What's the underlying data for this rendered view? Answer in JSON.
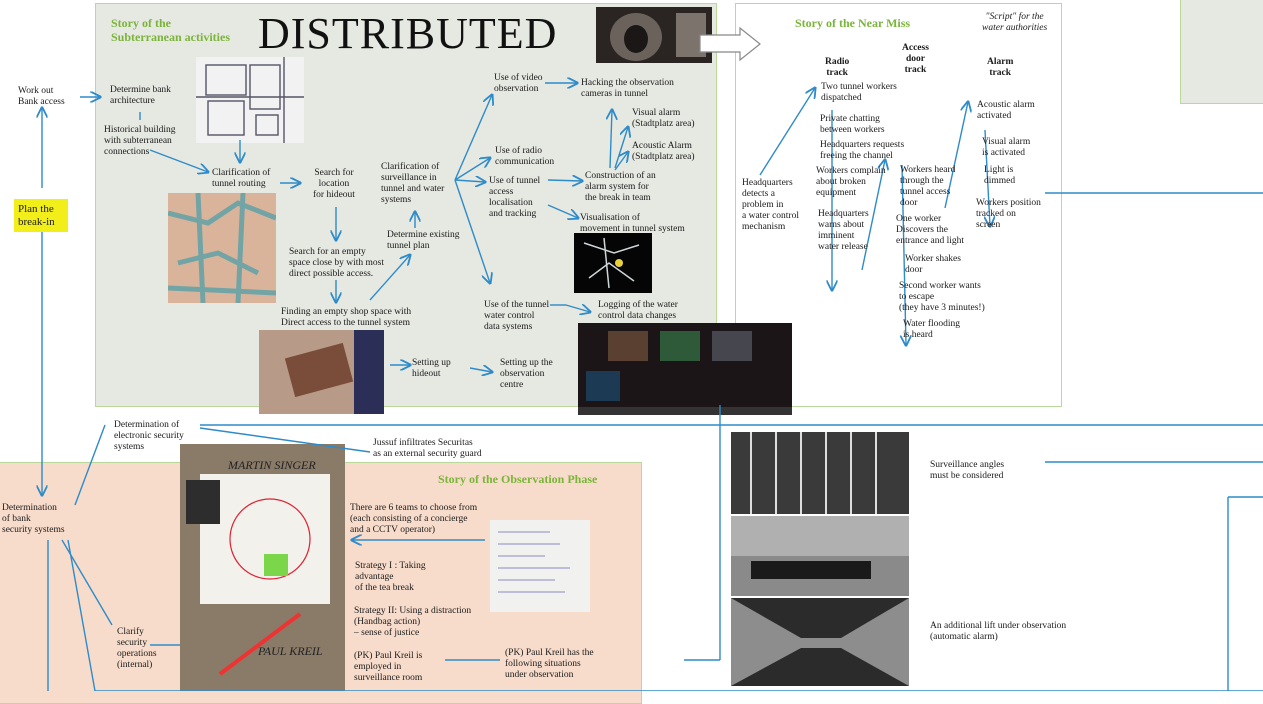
{
  "subterranean": {
    "heading_line1": "Story of the",
    "heading_line2": "Subterranean activities",
    "big_title": "DISTRIBUTED",
    "nodes": {
      "determine_bank": [
        "Determine bank",
        "architecture"
      ],
      "historical": [
        "Historical building",
        "with subterranean",
        "connections"
      ],
      "clarification_routing": [
        "Clarification of",
        "tunnel routing"
      ],
      "search_location": [
        "Search for",
        "location",
        "for hideout"
      ],
      "search_empty": [
        "Search for an empty",
        "space close by with most",
        "direct possible access."
      ],
      "finding_shop": [
        "Finding an empty shop space with",
        "Direct access to the tunnel system"
      ],
      "clarification_surveillance": [
        "Clarification of",
        "surveillance in",
        "tunnel and water",
        "systems"
      ],
      "determine_plan": [
        "Determine existing",
        "tunnel plan"
      ],
      "use_video": [
        "Use of video",
        "observation"
      ],
      "hacking": [
        "Hacking the observation",
        "cameras in tunnel"
      ],
      "visual_alarm": [
        "Visual alarm",
        "(Stadtplatz area)"
      ],
      "acoustic_alarm": [
        "Acoustic Alarm",
        "(Stadtplatz area)"
      ],
      "use_radio": [
        "Use of radio",
        "communication"
      ],
      "use_tunnel": [
        "Use of tunnel",
        "access",
        "localisation",
        "and tracking"
      ],
      "construction": [
        "Construction of an",
        "alarm system for",
        "the break in team"
      ],
      "visualisation": [
        "Visualisation of",
        "movement in tunnel system"
      ],
      "use_water": [
        "Use of the tunnel",
        "water control",
        "data systems"
      ],
      "logging": [
        "Logging of the water",
        "control data changes"
      ],
      "setting_hideout": [
        "Setting up",
        "hideout"
      ],
      "setting_observation": [
        "Setting up the",
        "observation",
        "centre"
      ]
    }
  },
  "left": {
    "work_out": [
      "Work out",
      "Bank access"
    ],
    "plan": [
      "Plan the",
      "break-in"
    ],
    "determination_bank": [
      "Determination",
      "of bank",
      "security systems"
    ],
    "determination_electronic": [
      "Determination of",
      "electronic security",
      "systems"
    ],
    "jussuf": [
      "Jussuf infiltrates Securitas",
      "as an external security guard"
    ]
  },
  "near_miss": {
    "heading": "Story of the Near Miss",
    "script_note": [
      "\"Script\" for the",
      "water authorities"
    ],
    "radio_track": [
      "Radio",
      "track"
    ],
    "access_track": [
      "Access",
      "door",
      "track"
    ],
    "alarm_track": [
      "Alarm",
      "track"
    ],
    "headquarters_detects": [
      "Headquarters",
      "detects a",
      "problem in",
      "a water control",
      "mechanism"
    ],
    "two_workers": [
      "Two tunnel workers",
      "dispatched"
    ],
    "private_chatting": [
      "Private chatting",
      "between workers"
    ],
    "hq_requests": [
      "Headquarters requests",
      "freeing the channel"
    ],
    "workers_complain": [
      "Workers complain",
      "about broken",
      "equipment"
    ],
    "hq_warns": [
      "Headquarters",
      "warns about",
      "imminent",
      "water release"
    ],
    "workers_heard": [
      "Workers heard",
      "through the",
      "tunnel access",
      "door"
    ],
    "one_worker": [
      "One worker",
      "Discovers the",
      "entrance and light"
    ],
    "worker_shakes": [
      "Worker shakes",
      "door"
    ],
    "second_worker": [
      "Second worker  wants",
      "to escape",
      "(they have 3 minutes!)"
    ],
    "water_flooding": [
      "Water flooding",
      "is heard"
    ],
    "acoustic_activated": [
      "Acoustic alarm",
      "activated"
    ],
    "visual_activated": [
      "Visual alarm",
      "is activated"
    ],
    "light_dimmed": [
      "Light is",
      "dimmed"
    ],
    "workers_position": [
      "Workers position",
      "tracked on",
      "screen"
    ]
  },
  "observation": {
    "heading": "Story of the Observation Phase",
    "six_teams": [
      "There are 6 teams to choose from",
      "(each consisting of a concierge",
      "and a CCTV operator)"
    ],
    "strategy1": [
      "Strategy I : Taking",
      "advantage",
      "of the tea break"
    ],
    "strategy2": [
      "Strategy II: Using a distraction",
      "(Handbag action)",
      "– sense of justice"
    ],
    "pk_employed": [
      "(PK) Paul Kreil is",
      "employed in",
      "surveillance room"
    ],
    "pk_following": [
      "(PK) Paul Kreil has the",
      "following situations",
      "under observation"
    ],
    "clarify": [
      "Clarify",
      "security",
      "operations",
      "(internal)"
    ],
    "board_names": [
      "MARTIN SINGER",
      "PAUL KREIL"
    ]
  },
  "surveillance": {
    "angles": [
      "Surveillance angles",
      "must be considered"
    ],
    "lift": [
      "An additional lift under observation",
      "(automatic alarm)"
    ]
  },
  "colors": {
    "arrow": "#2e8bc9",
    "heading_green": "#7bb43a",
    "panel_green": "#e6e8e2",
    "panel_peach": "#f8dccb",
    "highlight_yellow": "#f2ee1a"
  }
}
